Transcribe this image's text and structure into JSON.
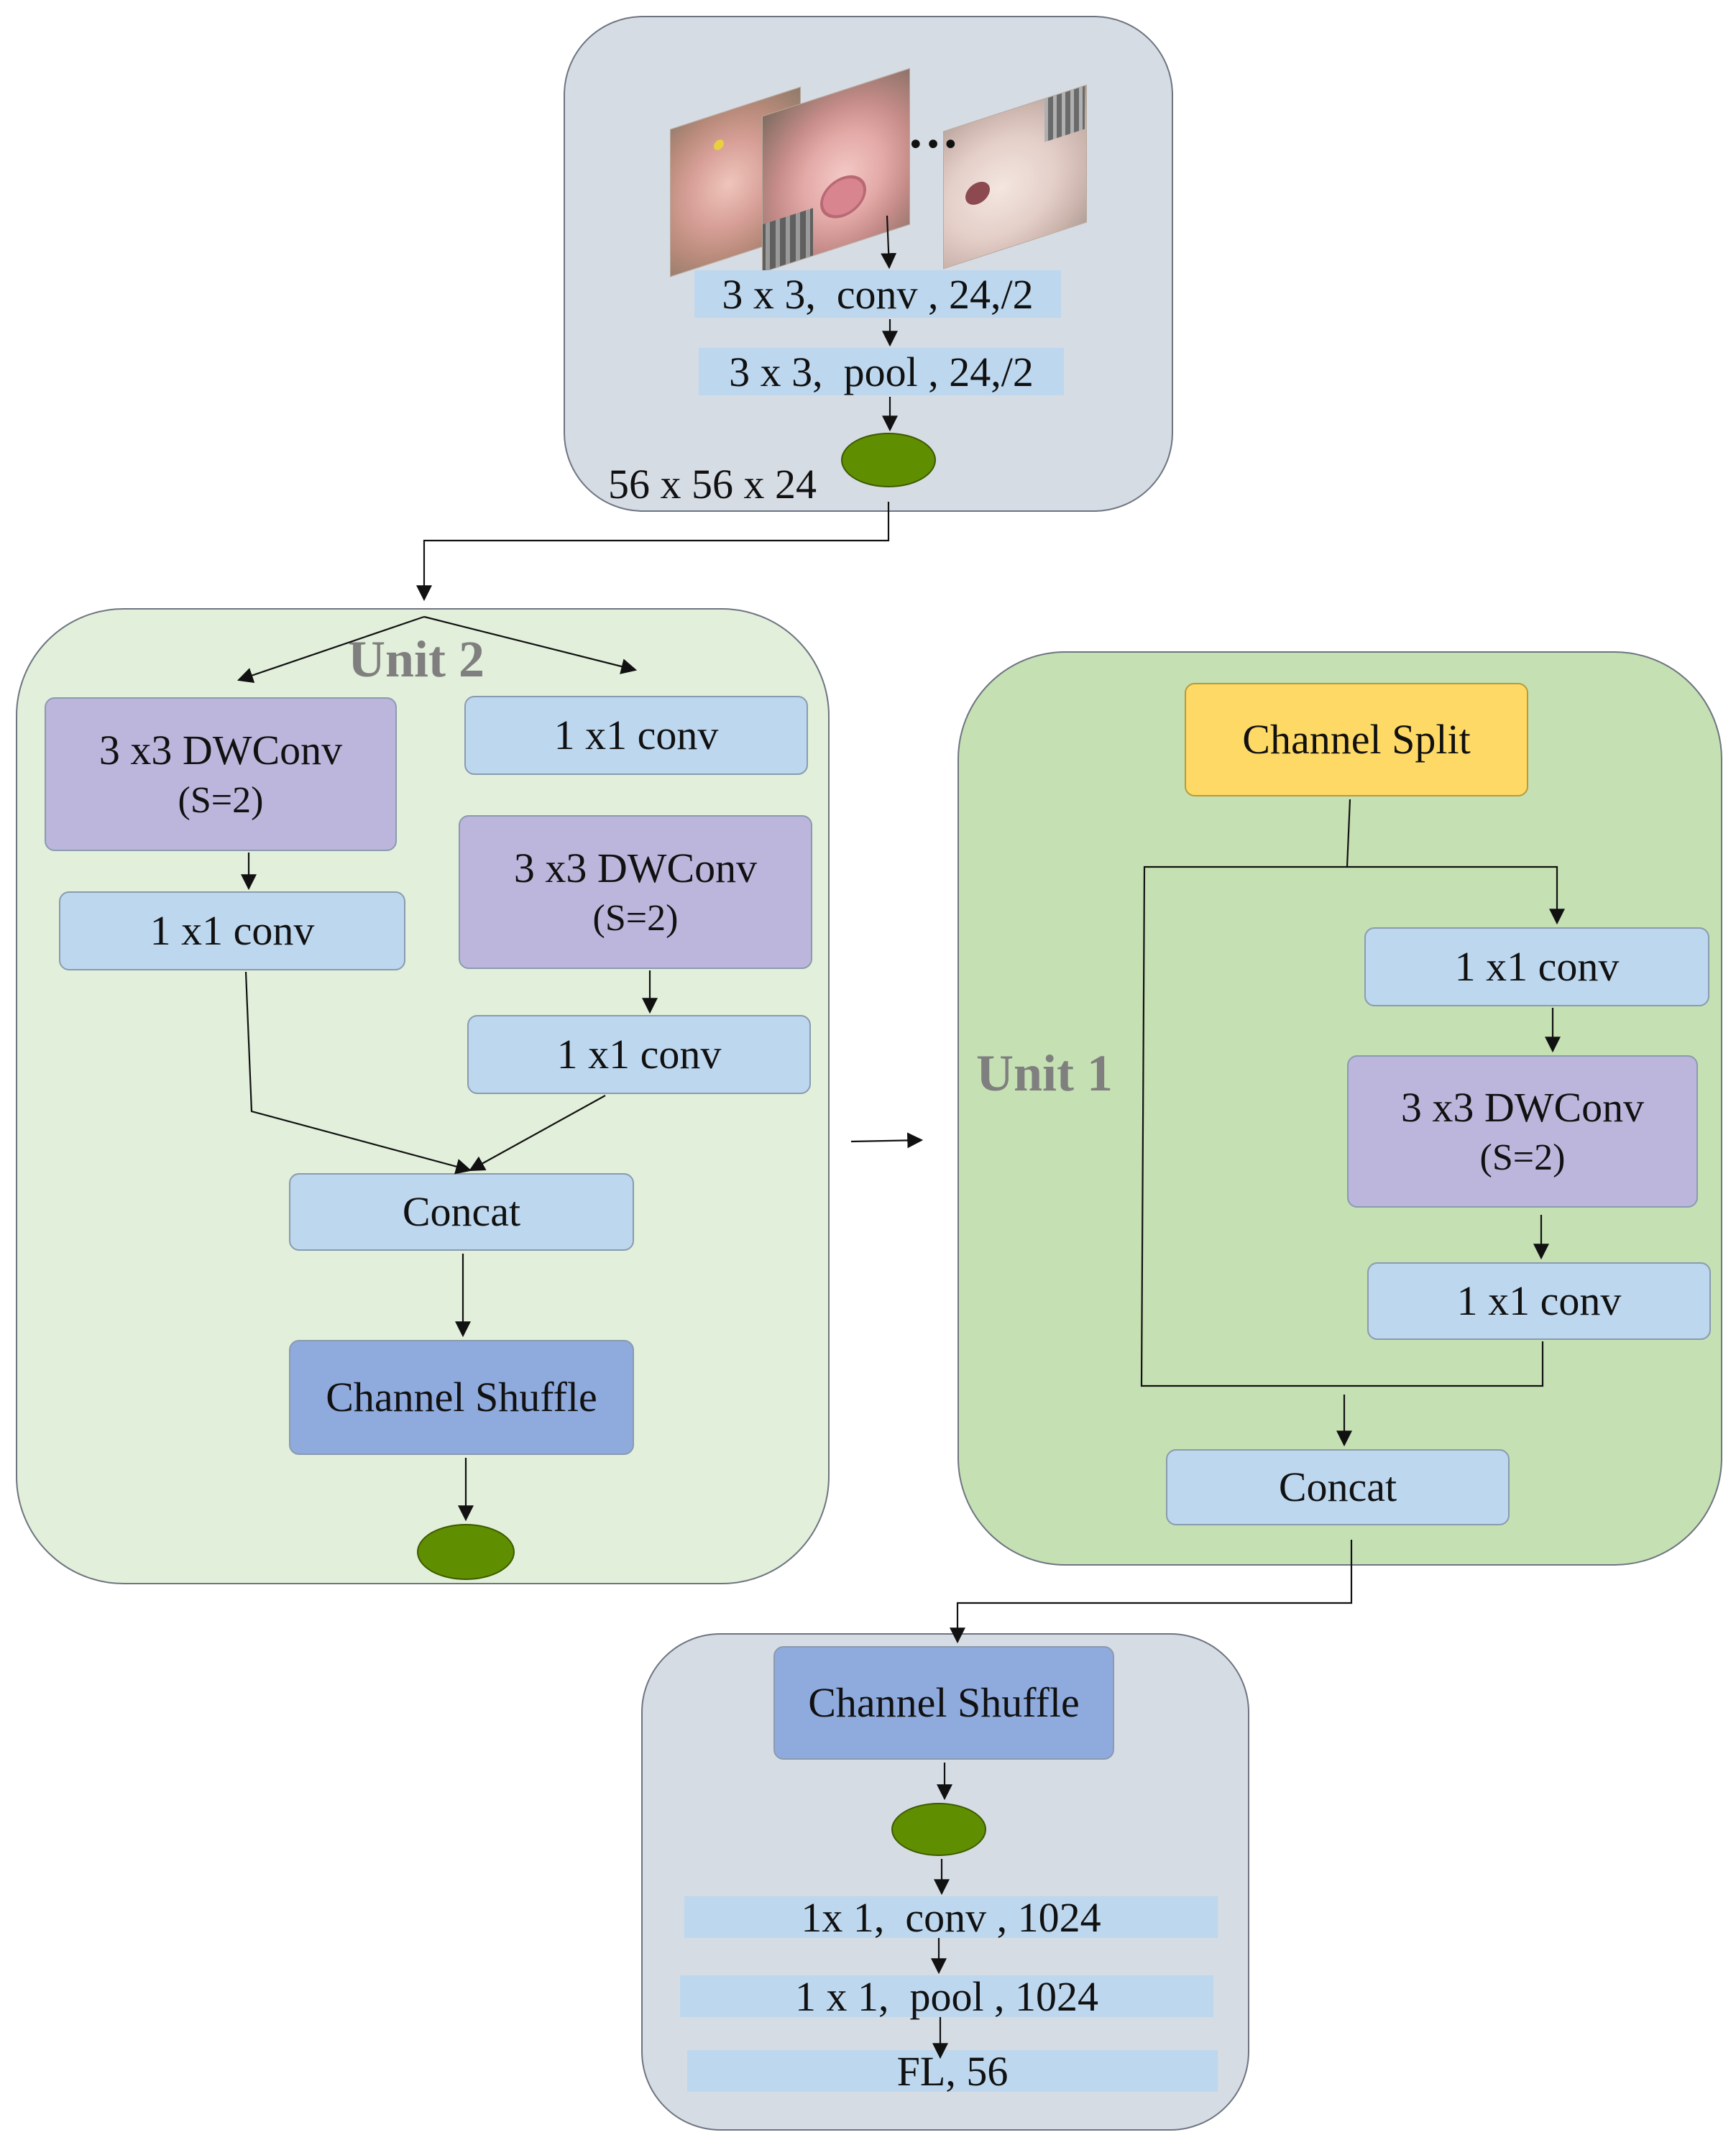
{
  "input_block": {
    "ellipsis": "…",
    "conv_layer": "3 x 3,  conv , 24,/2",
    "pool_layer": "3 x 3,  pool , 24,/2",
    "output_shape": "56 x 56 x 24"
  },
  "unit2": {
    "title": "Unit 2",
    "left_dwconv": "3 x3 DWConv",
    "left_dwconv_stride": "(S=2)",
    "left_conv": "1 x1 conv",
    "right_conv_top": "1 x1 conv",
    "right_dwconv": "3 x3 DWConv",
    "right_dwconv_stride": "(S=2)",
    "right_conv_bottom": "1 x1 conv",
    "concat": "Concat",
    "channel_shuffle": "Channel Shuffle"
  },
  "unit1": {
    "title": "Unit 1",
    "channel_split": "Channel Split",
    "conv_top": "1 x1 conv",
    "dwconv": "3 x3 DWConv",
    "dwconv_stride": "(S=2)",
    "conv_bottom": "1 x1 conv",
    "concat": "Concat"
  },
  "output_block": {
    "channel_shuffle": "Channel Shuffle",
    "conv_layer": "1x 1,  conv , 1024",
    "pool_layer": "1 x 1,  pool , 1024",
    "fc_layer": "FL, 56"
  },
  "colors": {
    "gray_panel": "#d6dce4",
    "unit2_panel": "#e2efda",
    "unit1_panel": "#c5e0b3",
    "conv": "#bdd7ee",
    "dwconv": "#bcb6dc",
    "shuffle": "#8faadc",
    "split": "#ffd966",
    "feature_map": "#5f8f00"
  }
}
